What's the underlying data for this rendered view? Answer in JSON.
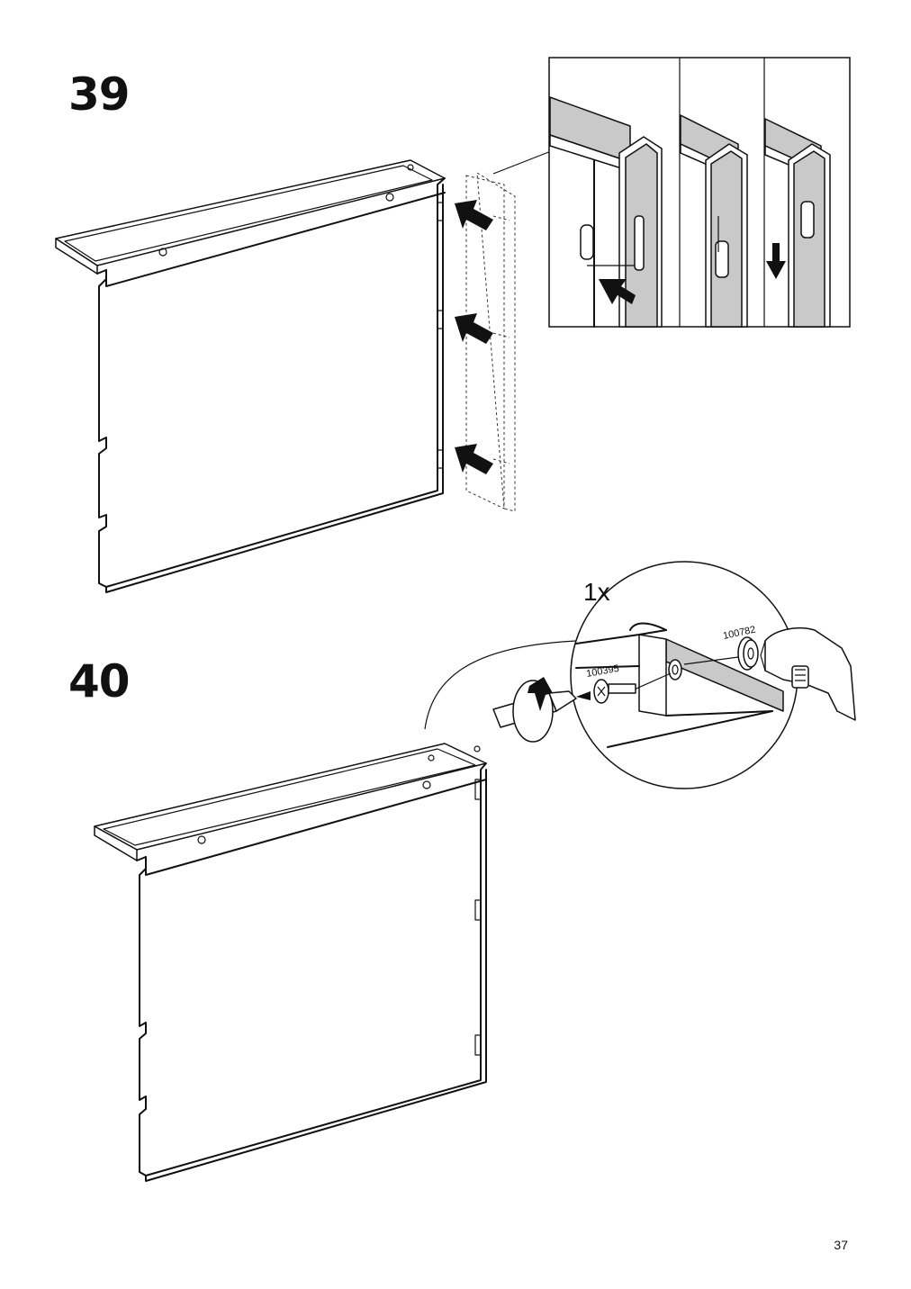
{
  "steps": [
    {
      "number": "39"
    },
    {
      "number": "40",
      "part_count": "1x",
      "screw_part_no": "100395",
      "nut_part_no": "100782"
    }
  ],
  "page_number": "37",
  "icons": [
    "push-arrow-icon",
    "slide-down-arrow-icon",
    "screwdriver-icon",
    "wrench-icon",
    "rotate-arrow-icon"
  ]
}
